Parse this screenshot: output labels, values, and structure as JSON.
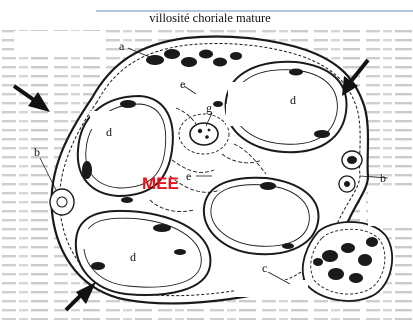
{
  "diagram": {
    "title": "villosité choriale mature",
    "center_label": "MEE",
    "labels": {
      "a": "a",
      "b_left": "b",
      "b_right": "b",
      "c": "c",
      "d_upper_right": "d",
      "d_left": "d",
      "d_lower": "d",
      "e_upper": "e",
      "e_middle": "e",
      "g": "g"
    },
    "colors": {
      "outline": "#1a1a1a",
      "mee": "#e8131b",
      "background_text": "#8a8a8a",
      "redaction_box": "#ffffff"
    }
  }
}
